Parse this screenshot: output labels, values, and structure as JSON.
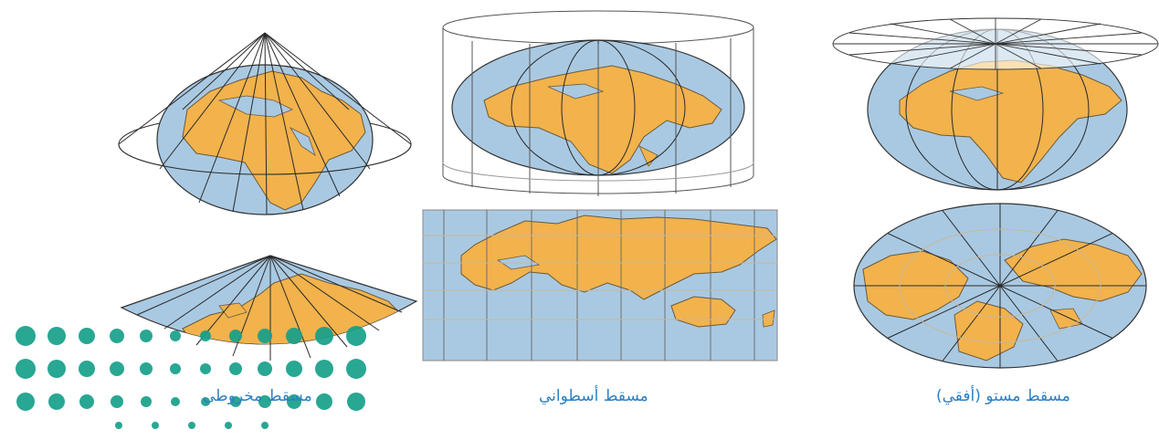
{
  "colors": {
    "ocean": "#a9c9e2",
    "land": "#f2b24c",
    "coast": "#6a5a3c",
    "grid": "#2a2a2a",
    "caption": "#2d7fc1",
    "dots": "#16a08a"
  },
  "captions": {
    "conic": "مسقط مخروطي",
    "cylindrical": "مسقط أسطواني",
    "planar": "مسقط مستو (أفقي)"
  },
  "icons": {
    "logo": "dotted-logo-icon"
  }
}
